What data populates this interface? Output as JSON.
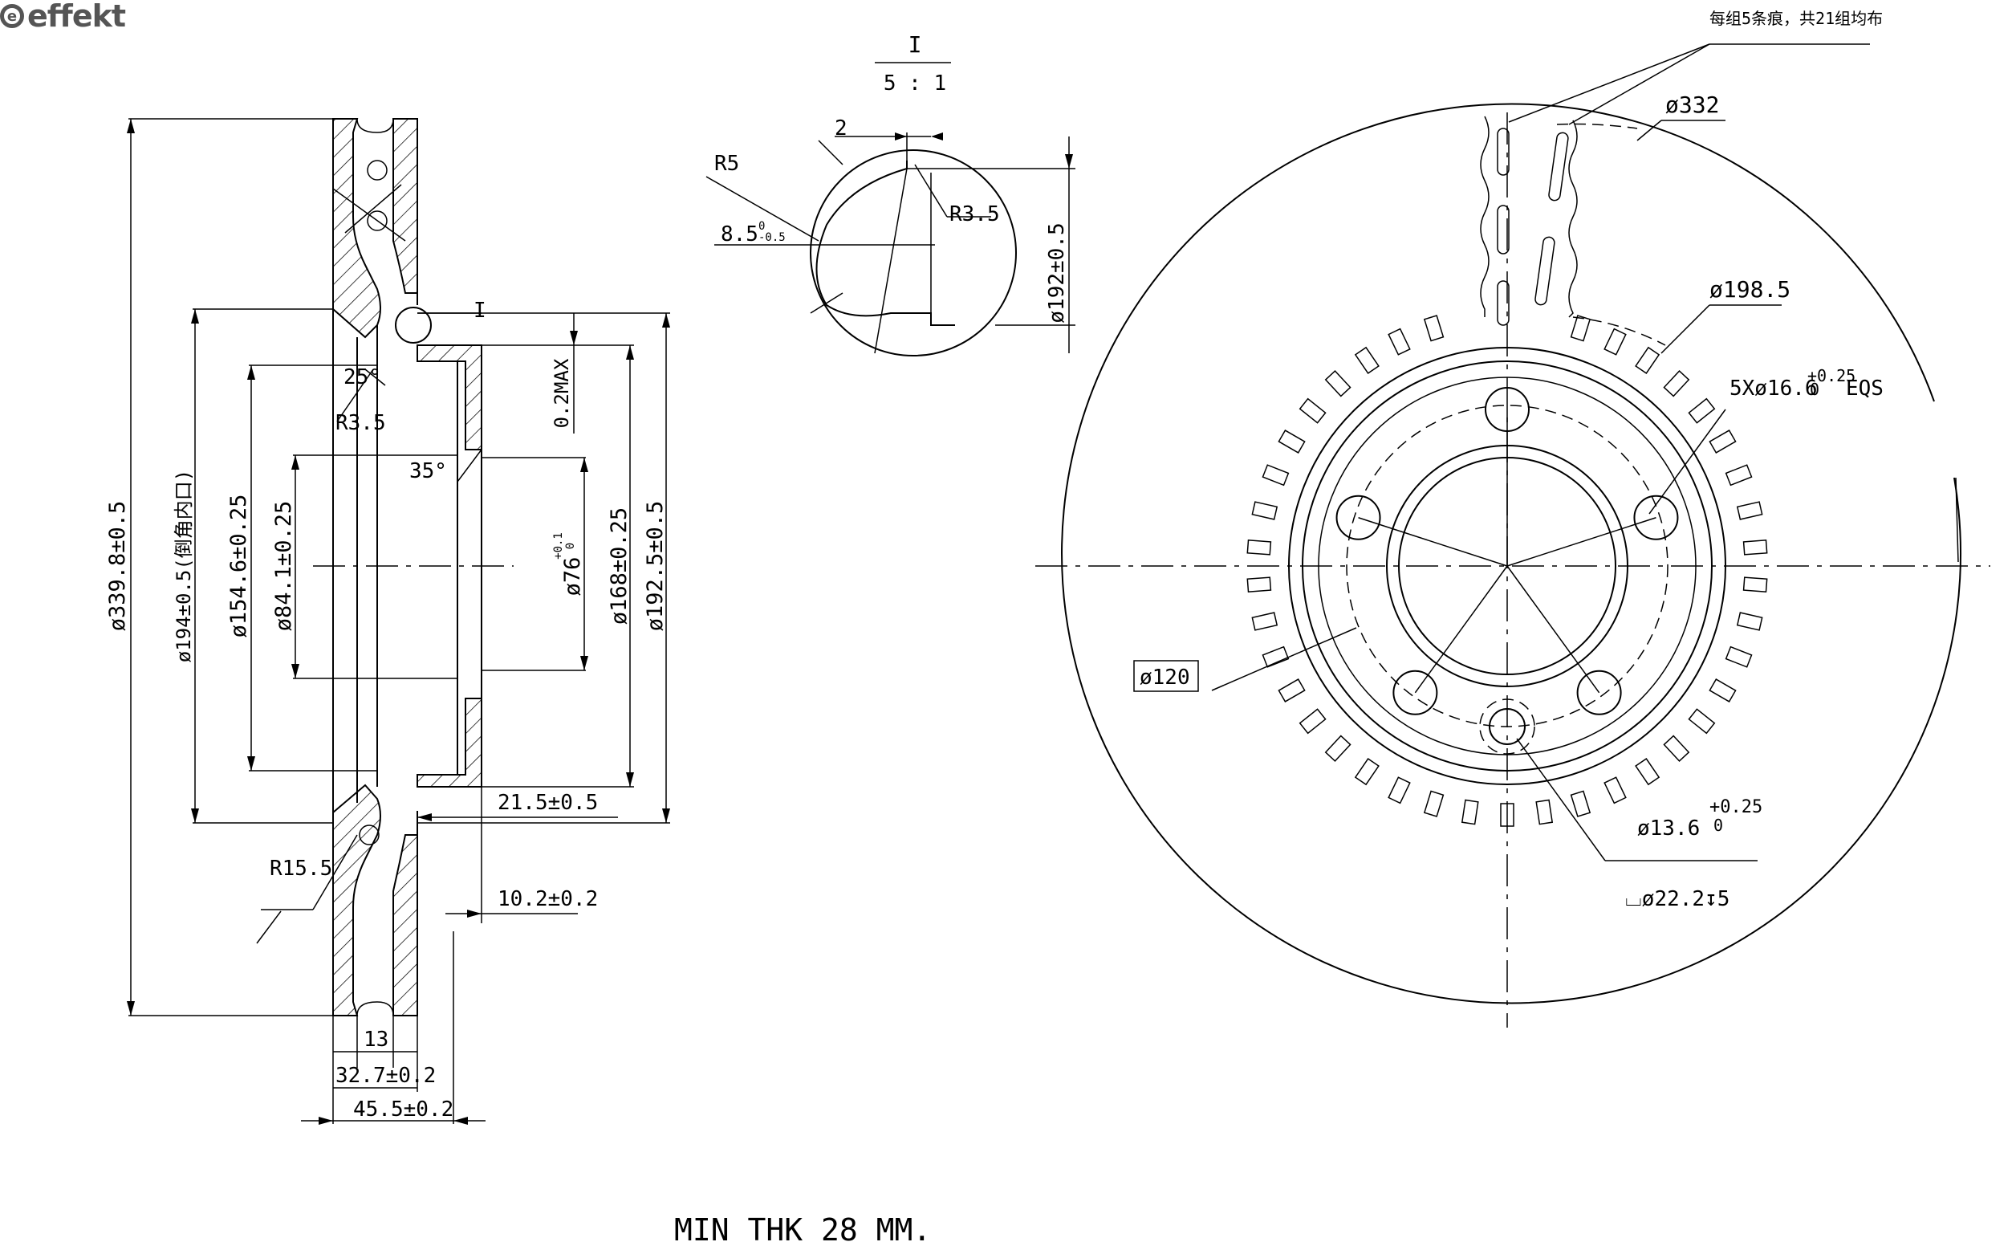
{
  "brand": {
    "logo_text": "effekt",
    "logo_icon": "effekt-e-icon"
  },
  "section_view": {
    "dims": {
      "d_outer": "ø339.8±0.5",
      "d_194": "ø194±0.5(倒角内口)",
      "d_154": "ø154.6±0.25",
      "d_84": "ø84.1±0.25",
      "d_76": "ø76",
      "d_76_tol_upper": "+0.1",
      "d_76_tol_lower": "0",
      "d_168": "ø168±0.25",
      "d_192_5": "ø192.5±0.5",
      "flat": "0.2MAX",
      "angle_25": "25°",
      "angle_35": "35°",
      "r35": "R3.5",
      "r155": "R15.5",
      "dim_215": "21.5±0.5",
      "dim_102": "10.2±0.2",
      "dim_13": "13",
      "dim_327": "32.7±0.2",
      "dim_455": "45.5±0.2",
      "detail_ref": "I"
    }
  },
  "detail_view": {
    "label": "I",
    "scale": "5 : 1",
    "dims": {
      "dim_2": "2",
      "r5": "R5",
      "dim_85": "8.5",
      "dim_85_tol_upper": "0",
      "dim_85_tol_lower": "-0.5",
      "r35": "R3.5",
      "d_192": "ø192±0.5"
    }
  },
  "front_view": {
    "note_slots": "每组5条痕，共21组均布",
    "dims": {
      "d_332": "ø332",
      "d_198": "ø198.5",
      "holes": "5Xø16.6",
      "holes_tol_upper": "+0.25",
      "holes_tol_lower": "0",
      "holes_suffix": "EQS",
      "d_120": "ø120",
      "d_136": "ø13.6",
      "d_136_tol_upper": "+0.25",
      "d_136_tol_lower": "0",
      "counterbore": "⌴ø22.2↧5"
    }
  },
  "footer_note": "MIN THK 28 MM."
}
